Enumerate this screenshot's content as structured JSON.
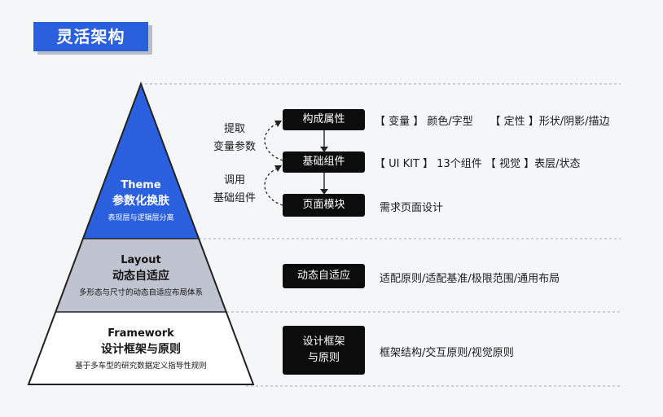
{
  "title": "灵活架构",
  "pyramid": {
    "top": {
      "en": "Theme",
      "zh": "参数化换肤",
      "desc": "表现层与逻辑层分离",
      "color": "#2a5fde"
    },
    "middle": {
      "en": "Layout",
      "zh": "动态自适应",
      "desc": "多形态与尺寸的动态自适应布局体系",
      "color": "#c0c4d0"
    },
    "bottom": {
      "en": "Framework",
      "zh": "设计框架与原则",
      "desc": "基于多车型的研究数据定义指导性规则",
      "color": "#ffffff"
    }
  },
  "flow": {
    "extract_line1": "提取",
    "extract_line2": "变量参数",
    "invoke_line1": "调用",
    "invoke_line2": "基础组件",
    "boxes": {
      "attributes": "构成属性",
      "components": "基础组件",
      "page_module": "页面模块",
      "adaptive": "动态自适应",
      "framework_line1": "设计框架",
      "framework_line2": "与原则"
    },
    "descriptions": {
      "attributes": "【 变量 】 颜色/字型     【 定性 】形状/阴影/描边",
      "components": "【 UI KIT 】 13个组件 【 视觉 】表层/状态",
      "page_module": "需求页面设计",
      "adaptive": "适配原则/适配基准/极限范围/通用布局",
      "framework": "框架结构/交互原则/视觉原则"
    }
  }
}
